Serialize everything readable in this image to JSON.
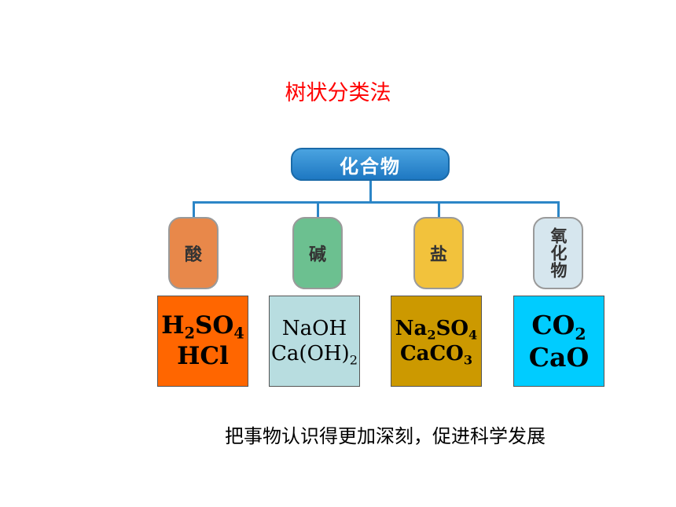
{
  "title": "树状分类法",
  "root": {
    "label": "化合物",
    "color": "#1e78c2"
  },
  "categories": [
    {
      "label": "酸",
      "color": "#e8884a"
    },
    {
      "label": "碱",
      "color": "#6cc090"
    },
    {
      "label": "盐",
      "color": "#f2c23c"
    },
    {
      "label": "氧化物",
      "color": "#d6e6ee"
    }
  ],
  "examples": [
    {
      "bg": "#ff6600",
      "line1": [
        {
          "t": "H"
        },
        {
          "s": "2"
        },
        {
          "t": "SO"
        },
        {
          "s": "4"
        }
      ],
      "line2": [
        {
          "t": "HCl"
        }
      ]
    },
    {
      "bg": "#b8dde0",
      "line1": [
        {
          "t": "NaOH"
        }
      ],
      "line2": [
        {
          "t": "Ca(OH)"
        },
        {
          "s": "2"
        }
      ]
    },
    {
      "bg": "#cc9900",
      "line1": [
        {
          "t": "Na"
        },
        {
          "s": "2"
        },
        {
          "t": "SO"
        },
        {
          "s": "4"
        }
      ],
      "line2": [
        {
          "t": "CaCO"
        },
        {
          "s": "3"
        }
      ]
    },
    {
      "bg": "#00ccff",
      "line1": [
        {
          "t": "CO"
        },
        {
          "s": "2"
        }
      ],
      "line2": [
        {
          "t": "CaO"
        }
      ]
    }
  ],
  "caption": "把事物认识得更加深刻，促进科学发展"
}
